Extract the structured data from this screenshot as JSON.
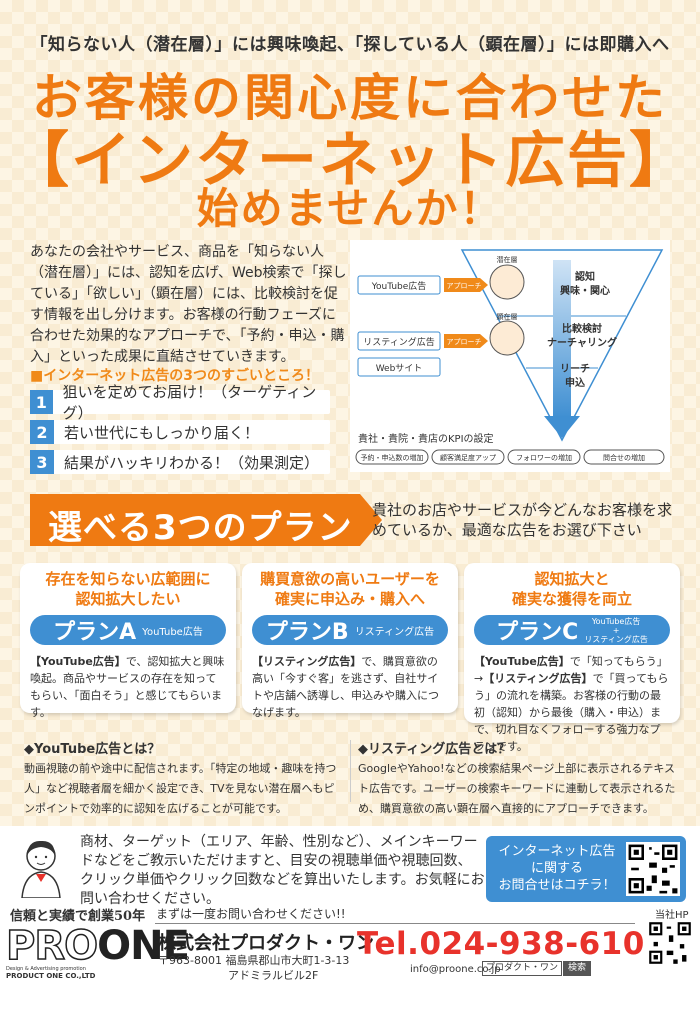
{
  "hero": {
    "sub": "「知らない人（潜在層）」には興味喚起、「探している人（顕在層）」には即購入へ",
    "line1": "お客様の関心度に合わせた",
    "line2": "【インターネット広告】",
    "line3": "始めませんか！"
  },
  "intro": {
    "text": "あなたの会社やサービス、商品を「知らない人（潜在層）」には、認知を広げ、Web検索で「探している」「欲しい」（顕在層）には、比較検討を促す情報を出し分けます。お客様の行動フェーズに合わせた効果的なアプローチで、「予約・申込・購入」といった成果に直結させていきます。"
  },
  "points": {
    "title": "■インターネット広告の3つのすごいところ！",
    "items": [
      {
        "num": "1",
        "label": "狙いを定めてお届け！（ターゲティング）"
      },
      {
        "num": "2",
        "label": "若い世代にもしっかり届く！"
      },
      {
        "num": "3",
        "label": "結果がハッキリわかる！（効果測定）"
      }
    ]
  },
  "funnel": {
    "youtube": "YouTube広告",
    "listing": "リスティング広告",
    "web": "Webサイト",
    "approach": "アプローチ",
    "latent": "潜在層",
    "manifest": "顕在層",
    "stage1a": "認知",
    "stage1b": "興味・関心",
    "stage2a": "比較検討",
    "stage2b": "ナーチャリング",
    "stage3a": "リーチ",
    "stage3b": "申込",
    "kpi_title": "貴社・貴院・貴店のKPIの設定",
    "kpis": [
      "予約・申込数の増加",
      "顧客満足度アップ",
      "フォロワーの増加",
      "問合せの増加"
    ]
  },
  "plans": {
    "banner": "選べる3つのプラン",
    "lead": "貴社のお店やサービスが今どんなお客様を求めているか、最適な広告をお選び下さい",
    "cards": [
      {
        "head": "存在を知らない広範囲に\n認知拡大したい",
        "plan": "プランA",
        "tag": "YouTube広告",
        "body_bold": "【YouTube広告】",
        "body": "で、認知拡大と興味喚起。商品やサービスの存在を知ってもらい、「面白そう」と感じてもらいます。"
      },
      {
        "head": "購買意欲の高いユーザーを\n確実に申込み・購入へ",
        "plan": "プランB",
        "tag": "リスティング広告",
        "body_bold": "【リスティング広告】",
        "body": "で、購買意欲の高い「今すぐ客」を逃さず、自社サイトや店舗へ誘導し、申込みや購入につなげます。"
      },
      {
        "head": "認知拡大と\n確実な獲得を両立",
        "plan": "プランC",
        "tag": "YouTube広告",
        "tag_plus": "+",
        "tag2": "リスティング広告",
        "body_bold": "【YouTube広告】",
        "body": "で「知ってもらう」→",
        "body_bold2": "【リスティング広告】",
        "body2": "で「買ってもらう」の流れを構築。お客様の行動の最初（認知）から最後（購入・申込）まで、切れ目なくフォローする強力なプランです。"
      }
    ]
  },
  "explain": {
    "youtube_title": "◆YouTube広告とは？",
    "youtube_text": "動画視聴の前や途中に配信されます。「特定の地域・趣味を持つ人」など視聴者層を細かく設定でき、TVを見ない潜在層へもピンポイントで効率的に認知を広げることが可能です。",
    "listing_title": "◆リスティング広告とは？",
    "listing_text": "GoogleやYahoo!などの検索結果ページ上部に表示されるテキスト広告です。ユーザーの検索キーワードに連動して表示されるため、購買意欲の高い顕在層へ直接的にアプローチできます。"
  },
  "footer": {
    "contact": "商材、ターゲット（エリア、年齢、性別など）、メインキーワードなどをご教示いただけますと、目安の視聴単価や視聴回数、クリック単価やクリック回数などを算出いたします。お気軽にお問い合わせください。",
    "inquiry": "インターネット広告\nに関する\nお問合せはコチラ！",
    "trust": "信頼と実績で創業50年",
    "ask": "まずは一度お問い合わせください!!",
    "hp": "当社HP",
    "logo_word1": "PRO",
    "logo_word2": "ONE",
    "logo_tag": "Design & Advertising promotion",
    "logo_corp": "PRODUCT ONE CO.,LTD",
    "company": "株式会社プロダクト・ワン",
    "address1": "〒963-8001 福島県郡山市大町1-3-13",
    "address2": "アドミラルビル2F",
    "tel": "Tel.024-938-6102",
    "email": "info@proone.co.jp",
    "search_term": "プロダクト・ワン",
    "search_btn": "検索"
  },
  "colors": {
    "accent": "#ef7a12",
    "blue": "#3f8fd2",
    "tel": "#e8322b"
  }
}
